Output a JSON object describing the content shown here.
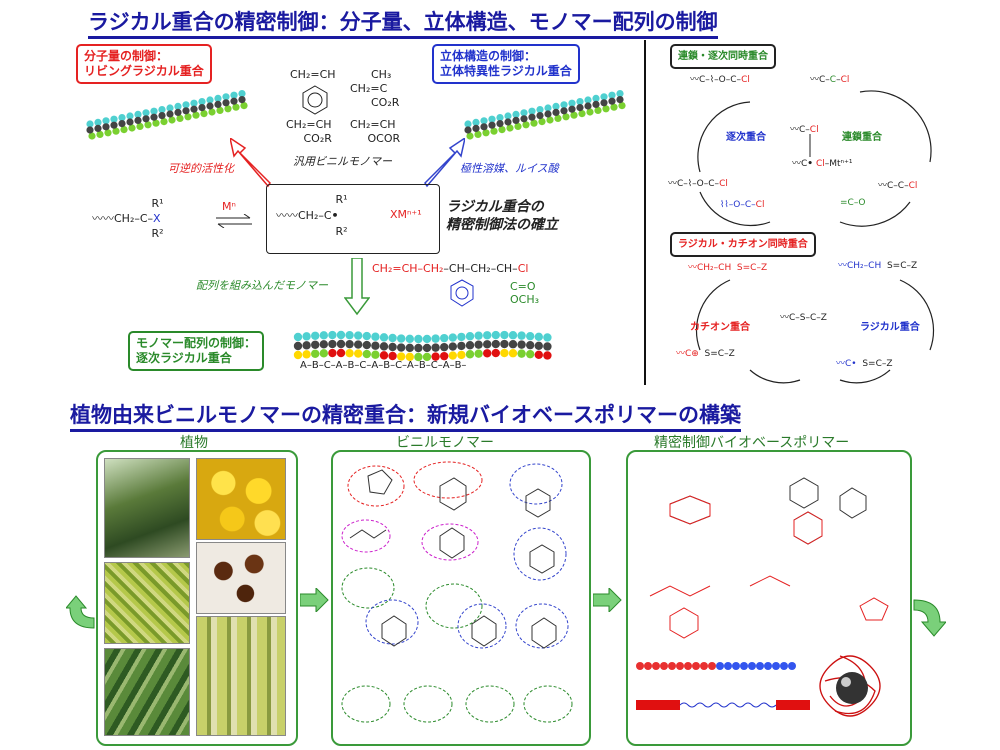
{
  "title1": "ラジカル重合の精密制御：分子量、立体構造、モノマー配列の制御",
  "title2": "植物由来ビニルモノマーの精密重合：新規バイオベースポリマーの構築",
  "label_living": "分子量の制御：\nリビングラジカル重合",
  "label_stereo": "立体構造の制御：\n立体特異性ラジカル重合",
  "label_sequence": "モノマー配列の制御：\n逐次ラジカル重合",
  "note_reversible": "可逆的活性化",
  "note_polar": "極性溶媒、ルイス酸",
  "note_seq_monomer": "配列を組み込んだモノマー",
  "center_text": "ラジカル重合の\n精密制御法の確立",
  "vinyl_caption": "汎用ビニルモノマー",
  "m_n": "Mⁿ",
  "x_mn1": "XMⁿ⁺¹",
  "seq_chain": "A–B–C–A–B–C–A–B–C–A–B–C–A–B–",
  "right_top_label": "連鎖・逐次同時重合",
  "right_bottom_label": "ラジカル・カチオン同時重合",
  "stepwise": "逐次重合",
  "chain": "連鎖重合",
  "cationic": "カチオン重合",
  "radical": "ラジカル重合",
  "panel_plants": "植物",
  "panel_monomers": "ビニルモノマー",
  "panel_polymers": "精密制御バイオベースポリマー",
  "colors": {
    "title": "#1a1aa0",
    "red": "#e52222",
    "blue": "#2233cc",
    "green": "#2a8a2a"
  }
}
